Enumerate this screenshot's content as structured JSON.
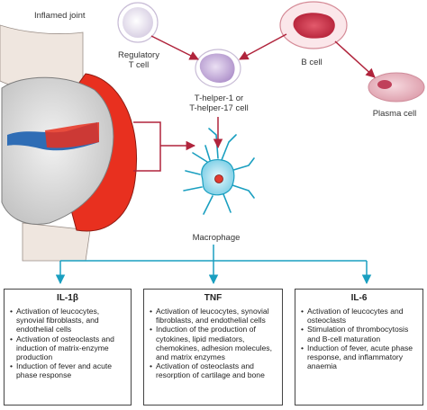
{
  "labels": {
    "inflamed_joint": "Inflamed joint",
    "regulatory_t_cell": [
      "Regulatory",
      "T cell"
    ],
    "b_cell": "B cell",
    "t_helper": [
      "T-helper-1 or",
      "T-helper-17 cell"
    ],
    "plasma_cell": "Plasma cell",
    "macrophage": "Macrophage"
  },
  "cytokines": [
    {
      "name": "IL-1β",
      "effects": [
        "Activation of leucocytes, synovial fibroblasts, and endothelial cells",
        "Activation of osteoclasts and induction of matrix-enzyme production",
        "Induction of fever and acute phase response"
      ]
    },
    {
      "name": "TNF",
      "effects": [
        "Activation of leucocytes, synovial fibroblasts, and endothelial cells",
        "Induction of the production of cytokines, lipid mediators, chemokines, adhesion molecules, and matrix enzymes",
        "Activation of osteoclasts and resorption of cartilage and bone"
      ]
    },
    {
      "name": "IL-6",
      "effects": [
        "Activation of leucocytes and osteoclasts",
        "Stimulation of thrombocytosis and B-cell maturation",
        "Induction of fever, acute phase response, and inflammatory anaemia"
      ]
    }
  ],
  "colors": {
    "arrow_red": "#b0243c",
    "cyan": "#1a9fc0",
    "synovium_red": "#e8301f",
    "bone_gray": "#d9d9d9",
    "cartilage_blue": "#2f6db5",
    "cell_purple": "#b79ad0",
    "b_cell_red": "#c9263c",
    "plasma_pink": "#e8b7c0"
  }
}
